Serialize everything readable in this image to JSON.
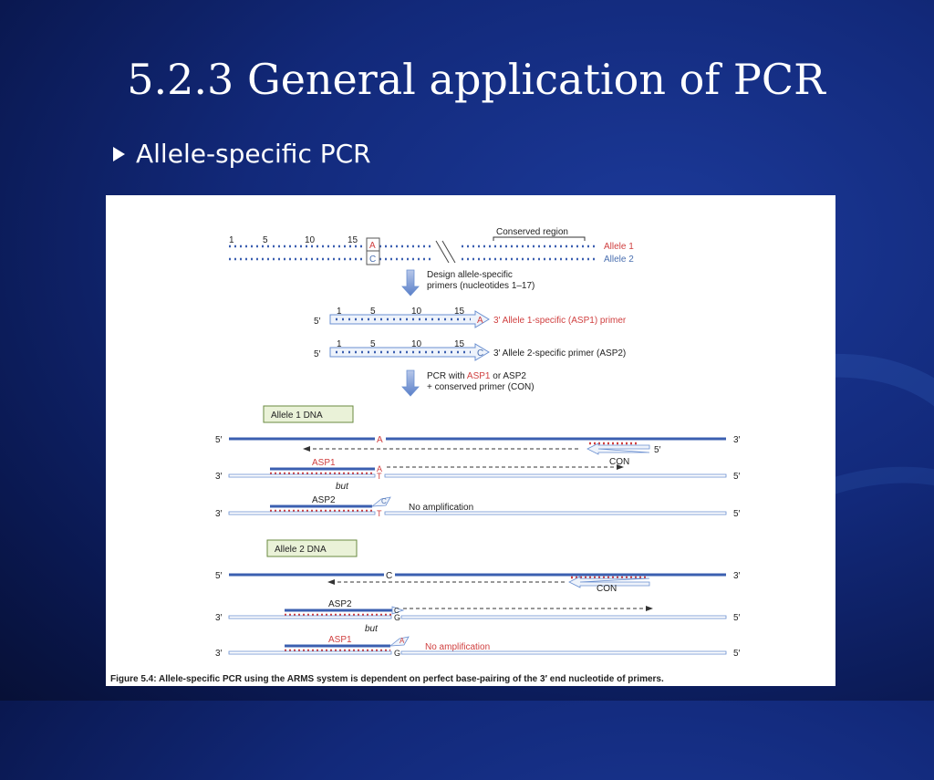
{
  "slide": {
    "title": "5.2.3 General application of PCR",
    "bullet": "Allele-specific PCR"
  },
  "colors": {
    "allele1": "#d04040",
    "allele2": "#4a6fb0",
    "strand_blue": "#3b5fb0",
    "arrow": "#6a8fd0"
  },
  "figure": {
    "top_scale": [
      "1",
      "5",
      "10",
      "15"
    ],
    "base_A": "A",
    "base_C": "C",
    "base_T": "T",
    "base_G": "G",
    "conserved_region": "Conserved region",
    "allele1_label": "Allele 1",
    "allele2_label": "Allele 2",
    "step1_line1": "Design allele-specific",
    "step1_line2": "primers (nucleotides 1–17)",
    "five_prime": "5′",
    "three_prime": "3′",
    "asp1_primer_label": "3′ Allele 1-specific (ASP1) primer",
    "asp2_primer_label": "3′ Allele 2-specific primer (ASP2)",
    "step2_line1_a": "PCR with ",
    "step2_line1_b": "ASP1",
    "step2_line1_c": " or ASP2",
    "step2_line2": "+ conserved primer (CON)",
    "allele1_dna": "Allele 1 DNA",
    "allele2_dna": "Allele 2 DNA",
    "con": "CON",
    "asp1": "ASP1",
    "asp2": "ASP2",
    "but": "but",
    "no_amp": "No amplification",
    "caption": "Figure 5.4: Allele-specific PCR using the ARMS system is dependent on perfect base-pairing of the 3′ end nucleotide of primers."
  }
}
